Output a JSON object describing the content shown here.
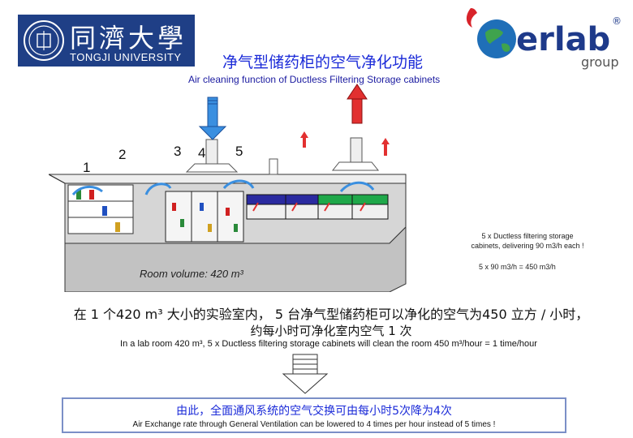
{
  "header": {
    "logo_cn": "同濟大學",
    "logo_en": "TONGJI UNIVERSITY",
    "title_cn": "净气型储药柜的空气净化功能",
    "title_en": "Air cleaning function of Ductless Filtering Storage cabinets",
    "brand_logo": "erlab",
    "brand_sub": "group",
    "brand_mark": "®"
  },
  "diagram": {
    "labels": [
      "1",
      "2",
      "3",
      "4",
      "5"
    ],
    "room_volume": "Room volume: 420 m³",
    "side_note_1": "5 x Ductless filtering storage cabinets, delivering 90 m3/h each !",
    "side_note_2": "5 x 90 m3/h = 450 m3/h"
  },
  "summary": {
    "cn_line1": "在 1 个420 m³ 大小的实验室内， 5 台净气型储药柜可以净化的空气为450 立方 / 小时，",
    "cn_line2": "约每小时可净化室内空气 1 次",
    "en_line": "In a lab room 420 m³, 5 x Ductless filtering storage cabinets  will clean the room 450 m³/hour = 1 time/hour"
  },
  "result": {
    "cn": "由此，全面通风系统的空气交换可由每小时5次降为4次",
    "en": "Air Exchange rate through General Ventilation can be lowered to 4 times per hour instead of 5 times !"
  },
  "colors": {
    "accent_blue": "#1a2ad8",
    "logo_blue": "#1f3f86",
    "arrow_blue": "#3a8fe0",
    "arrow_red": "#e23030",
    "cabinet_green": "#1fa84a"
  },
  "icons": {
    "down_arrow": "down-arrow-icon",
    "seal": "university-seal-icon",
    "globe": "globe-icon"
  }
}
